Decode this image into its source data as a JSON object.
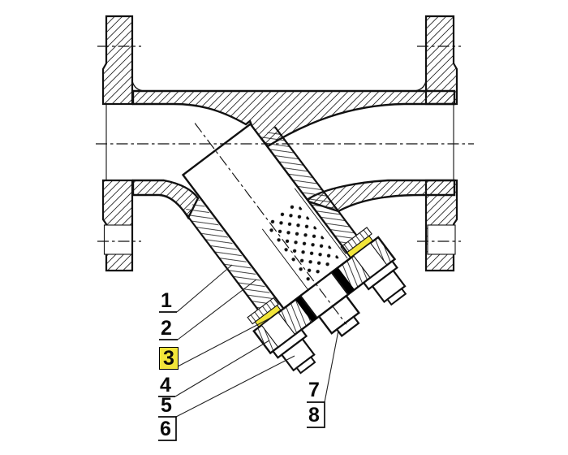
{
  "callouts": [
    {
      "num": "1",
      "highlighted": false
    },
    {
      "num": "2",
      "highlighted": false
    },
    {
      "num": "3",
      "highlighted": true
    },
    {
      "num": "4",
      "highlighted": false
    },
    {
      "num": "5",
      "highlighted": false
    },
    {
      "num": "6",
      "highlighted": false
    },
    {
      "num": "7",
      "highlighted": false
    },
    {
      "num": "8",
      "highlighted": false
    }
  ],
  "colors": {
    "background": "#ffffff",
    "line": "#111111",
    "highlight": "#f2e53a",
    "gasket": "#f2e53a"
  }
}
